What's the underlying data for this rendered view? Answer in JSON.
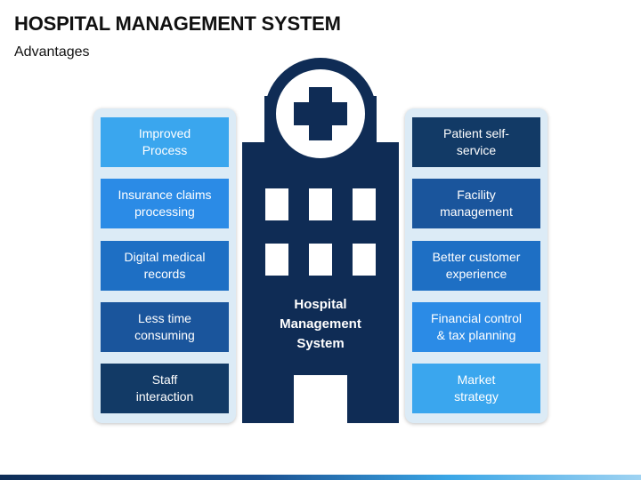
{
  "title": "HOSPITAL MANAGEMENT SYSTEM",
  "subtitle": "Advantages",
  "center_label": "Hospital\nManagement\nSystem",
  "left_items": [
    {
      "label": "Improved\nProcess",
      "color": "#3aa6ee"
    },
    {
      "label": "Insurance claims\nprocessing",
      "color": "#2b8be6"
    },
    {
      "label": "Digital medical\nrecords",
      "color": "#1e6fc4"
    },
    {
      "label": "Less time\nconsuming",
      "color": "#1a559c"
    },
    {
      "label": "Staff\ninteraction",
      "color": "#123a66"
    }
  ],
  "right_items": [
    {
      "label": "Patient self-\nservice",
      "color": "#123a66"
    },
    {
      "label": "Facility\nmanagement",
      "color": "#1a559c"
    },
    {
      "label": "Better customer\nexperience",
      "color": "#1e6fc4"
    },
    {
      "label": "Financial control\n& tax planning",
      "color": "#2b8be6"
    },
    {
      "label": "Market\nstrategy",
      "color": "#3aa6ee"
    }
  ],
  "colors": {
    "building": "#0f2c55",
    "panel": "#dcebf6",
    "window": "#ffffff"
  },
  "icons": {
    "building": "hospital-building-icon",
    "cross": "medical-cross-icon"
  }
}
